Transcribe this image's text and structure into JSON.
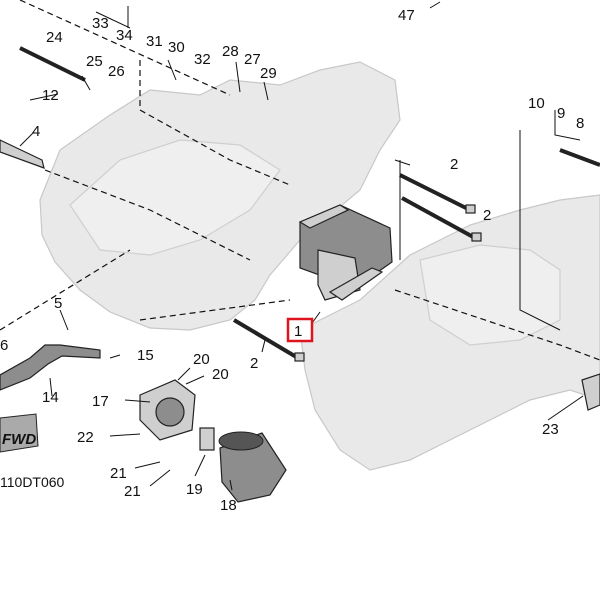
{
  "diagram": {
    "figure_code": "110DT060",
    "fwd_text": "FWD",
    "highlighted_part": "1",
    "highlight_color": "#e0141e",
    "callouts": [
      "1",
      "2",
      "2",
      "2",
      "4",
      "5",
      "6",
      "8",
      "9",
      "10",
      "12",
      "14",
      "15",
      "17",
      "18",
      "19",
      "20",
      "20",
      "21",
      "21",
      "22",
      "23",
      "24",
      "25",
      "26",
      "27",
      "28",
      "29",
      "30",
      "31",
      "32",
      "33",
      "34",
      "47"
    ]
  }
}
